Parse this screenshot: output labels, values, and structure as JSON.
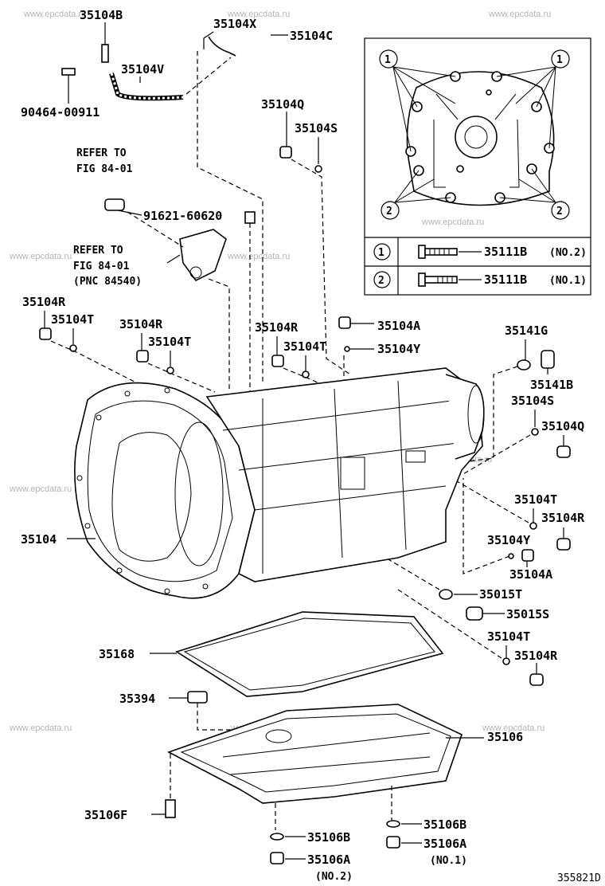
{
  "watermark": "www.epcdata.ru",
  "diagram_id": "355821D",
  "part_labels": {
    "p35104B": "35104B",
    "p35104X": "35104X",
    "p35104C": "35104C",
    "p35104V": "35104V",
    "p90464": "90464-00911",
    "p35104Q_top": "35104Q",
    "p35104S_top": "35104S",
    "p91621": "91621-60620",
    "p35104R_a": "35104R",
    "p35104T_a": "35104T",
    "p35104R_b": "35104R",
    "p35104T_b": "35104T",
    "p35104R_c": "35104R",
    "p35104T_c": "35104T",
    "p35104A_top": "35104A",
    "p35104Y_top": "35104Y",
    "p35141G": "35141G",
    "p35141B": "35141B",
    "p35104S_r": "35104S",
    "p35104Q_r": "35104Q",
    "p35104T_r": "35104T",
    "p35104R_r": "35104R",
    "p35104Y_r": "35104Y",
    "p35104A_r": "35104A",
    "p35015T": "35015T",
    "p35015S": "35015S",
    "p35104T_r2": "35104T",
    "p35104R_r2": "35104R",
    "p35104": "35104",
    "p35168": "35168",
    "p35394": "35394",
    "p35106": "35106",
    "p35106F": "35106F",
    "p35106B_l": "35106B",
    "p35106A_l": "35106A",
    "p35106B_r": "35106B",
    "p35106A_r": "35106A"
  },
  "notes": {
    "refer1_line1": "REFER TO",
    "refer1_line2": "FIG 84-01",
    "refer2_line1": "REFER TO",
    "refer2_line2": "FIG 84-01",
    "refer2_line3": "(PNC 84540)",
    "no2_left": "(NO.2)",
    "no1_right": "(NO.1)"
  },
  "inset": {
    "callout1": "1",
    "callout2": "2",
    "legend": [
      {
        "num": "1",
        "part": "35111B",
        "qualifier": "(NO.2)"
      },
      {
        "num": "2",
        "part": "35111B",
        "qualifier": "(NO.1)"
      }
    ]
  }
}
